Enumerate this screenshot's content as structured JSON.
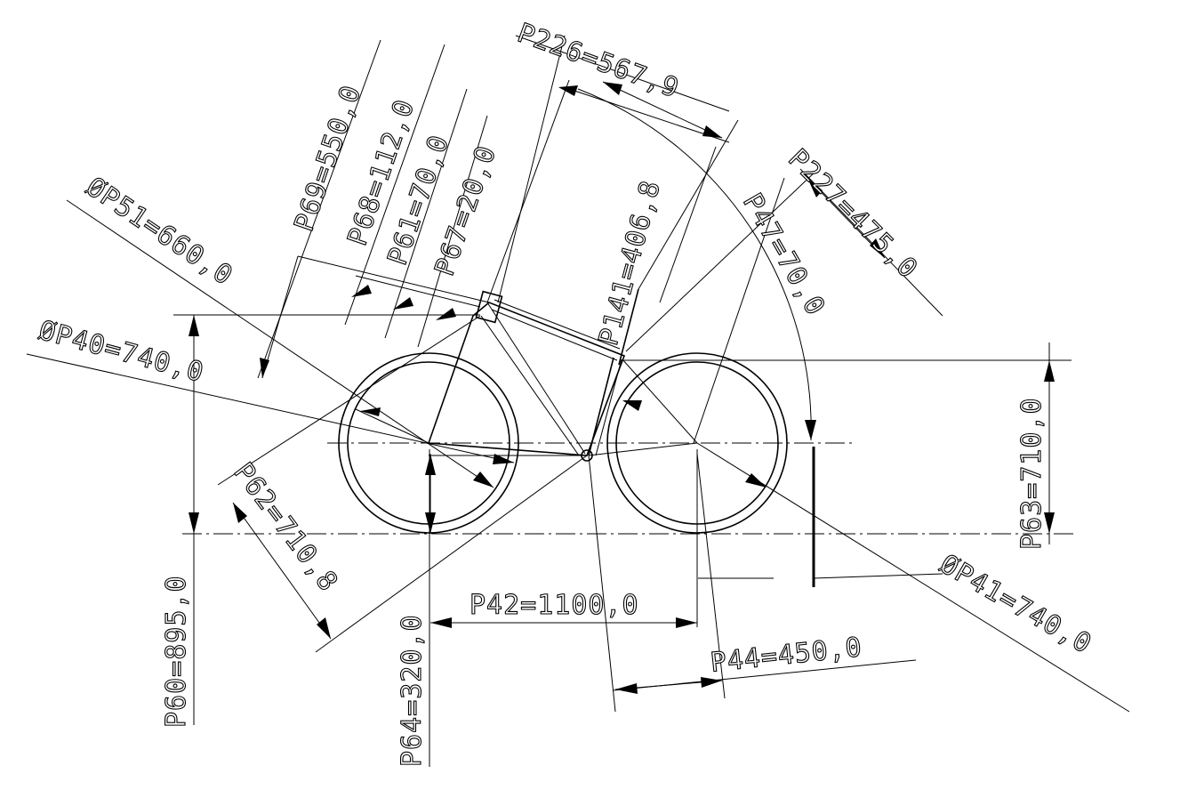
{
  "colors": {
    "line": "#000000",
    "background": "#ffffff"
  },
  "dimensions": {
    "p226": "P226=567,9",
    "p69": "P69=550,0",
    "p68": "P68=112,0",
    "p61": "P61=70,0",
    "p67": "P67=20,0",
    "p51": "ØP51=660,0",
    "p141": "P141=406,8",
    "p227": "P227=475,0",
    "p47": "P47=70,0",
    "p40": "ØP40=740,0",
    "p63": "P63=710,0",
    "p62": "P62=710,8",
    "p60": "P60=895,0",
    "p64": "P64=320,0",
    "p42": "P42=1100,0",
    "p44": "P44=450,0",
    "p41": "ØP41=740,0"
  }
}
